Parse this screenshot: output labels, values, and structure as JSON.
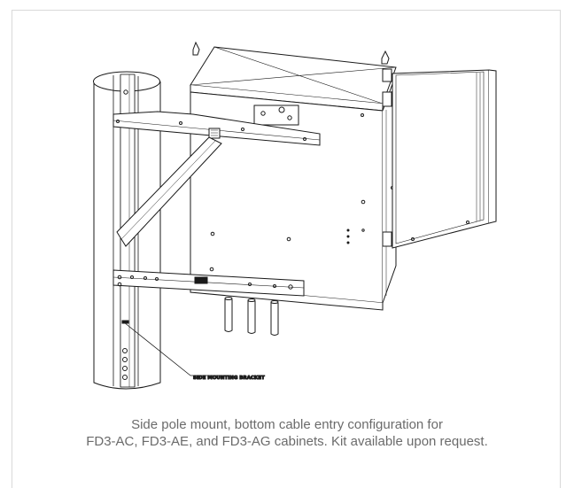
{
  "figure": {
    "callout": "SIDE MOUNTING BRACKET",
    "caption_line1": "Side pole mount, bottom cable entry configuration for",
    "caption_line2": "FD3-AC, FD3-AE, and FD3-AG cabinets. Kit available upon request."
  }
}
